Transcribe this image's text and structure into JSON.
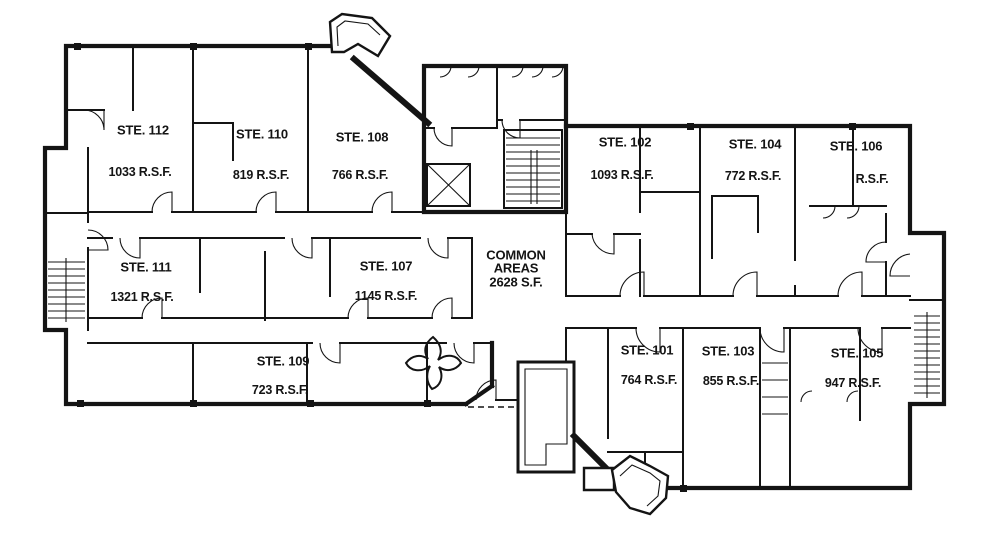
{
  "plan": {
    "type": "office floor plan",
    "ink_color": "#141414",
    "paper_color": "#ffffff"
  },
  "suites": [
    {
      "id": "112",
      "name": "STE. 112",
      "sqft": "1033 R.S.F."
    },
    {
      "id": "110",
      "name": "STE. 110",
      "sqft": "819 R.S.F."
    },
    {
      "id": "108",
      "name": "STE. 108",
      "sqft": "766 R.S.F."
    },
    {
      "id": "102",
      "name": "STE. 102",
      "sqft": "1093 R.S.F."
    },
    {
      "id": "104",
      "name": "STE. 104",
      "sqft": "772 R.S.F."
    },
    {
      "id": "106",
      "name": "STE. 106",
      "sqft": "R.S.F."
    },
    {
      "id": "111",
      "name": "STE. 111",
      "sqft": "1321 R.S.F."
    },
    {
      "id": "107",
      "name": "STE. 107",
      "sqft": "1145 R.S.F."
    },
    {
      "id": "109",
      "name": "STE. 109",
      "sqft": "723 R.S.F."
    },
    {
      "id": "101",
      "name": "STE. 101",
      "sqft": "764 R.S.F."
    },
    {
      "id": "103",
      "name": "STE. 103",
      "sqft": "855 R.S.F."
    },
    {
      "id": "105",
      "name": "STE. 105",
      "sqft": "947 R.S.F."
    }
  ],
  "common_areas": {
    "line1": "COMMON",
    "line2": "AREAS",
    "line3": "2628 S.F."
  }
}
